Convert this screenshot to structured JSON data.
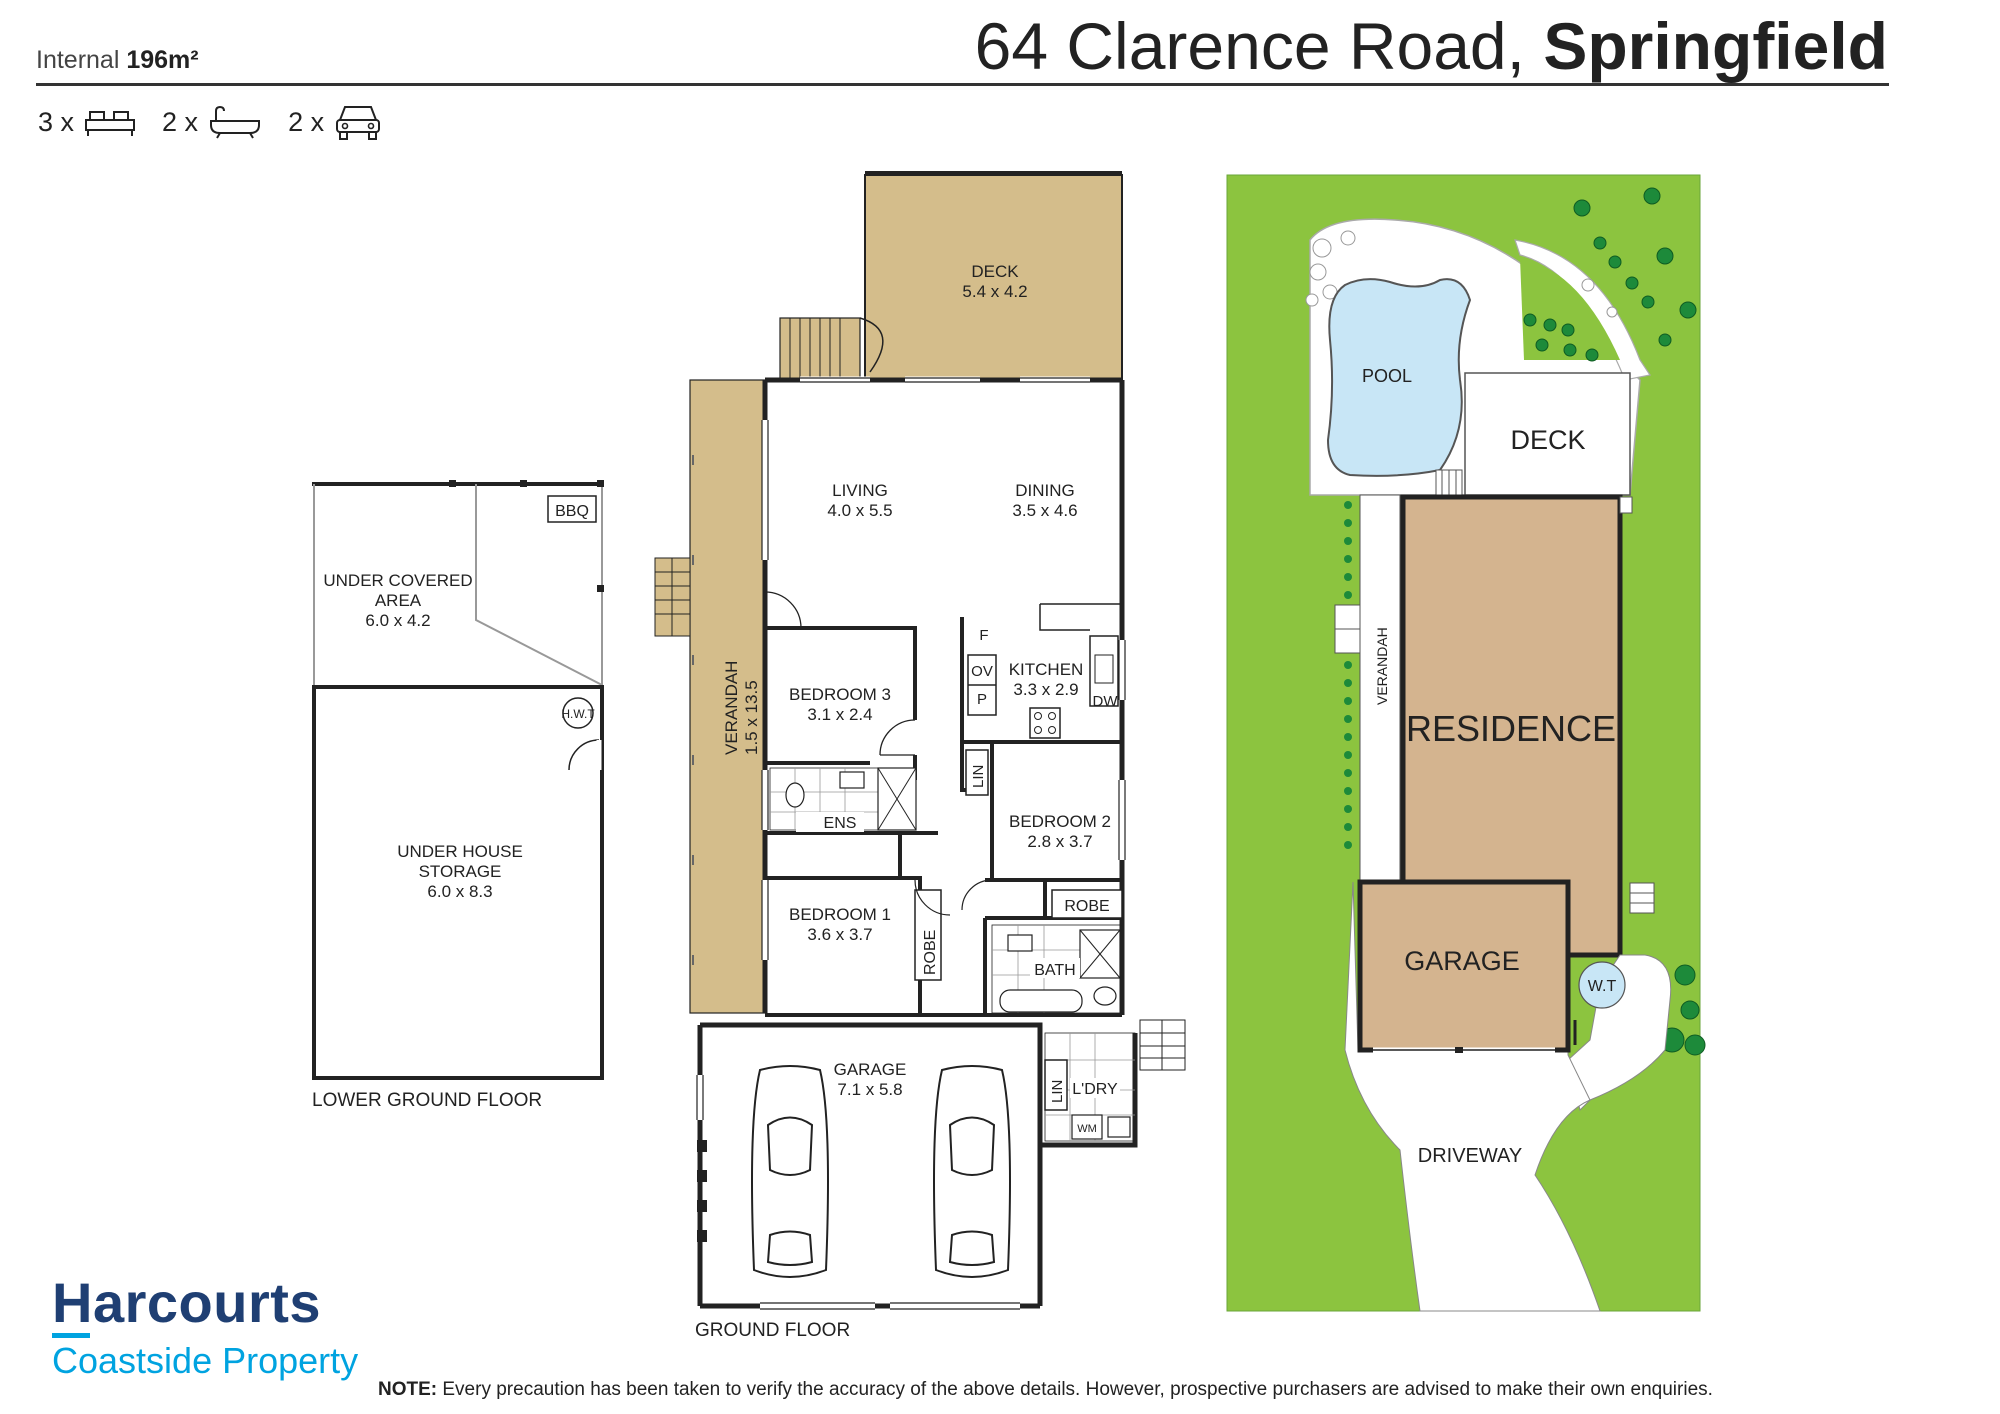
{
  "header": {
    "address": "64 Clarence Road,",
    "suburb": "Springfield",
    "internal_label": "Internal",
    "internal_value": "196m²",
    "beds": "3 x",
    "baths": "2 x",
    "cars": "2 x"
  },
  "lower_floor": {
    "bbq": "BBQ",
    "covered_1": "UNDER COVERED",
    "covered_2": "AREA",
    "covered_dim": "6.0 x 4.2",
    "hwt": "H.W.T",
    "storage_1": "UNDER HOUSE",
    "storage_2": "STORAGE",
    "storage_dim": "6.0 x 8.3",
    "caption": "LOWER GROUND FLOOR"
  },
  "ground_floor": {
    "deck": "DECK",
    "deck_dim": "5.4 x 4.2",
    "living": "LIVING",
    "living_dim": "4.0 x 5.5",
    "dining": "DINING",
    "dining_dim": "3.5 x 4.6",
    "verandah": "VERANDAH",
    "verandah_dim": "1.5 x 13.5",
    "kitchen": "KITCHEN",
    "kitchen_dim": "3.3 x 2.9",
    "f": "F",
    "ov": "OV",
    "p": "P",
    "dw": "DW",
    "bed3": "BEDROOM 3",
    "bed3_dim": "3.1 x 2.4",
    "ens": "ENS",
    "lin": "LIN",
    "bed2": "BEDROOM 2",
    "bed2_dim": "2.8 x 3.7",
    "robe": "ROBE",
    "bed1": "BEDROOM 1",
    "bed1_dim": "3.6 x 3.7",
    "bath": "BATH",
    "garage": "GARAGE",
    "garage_dim": "7.1 x 5.8",
    "ldry": "L'DRY",
    "wm": "WM",
    "caption": "GROUND FLOOR"
  },
  "site": {
    "pool": "POOL",
    "deck": "DECK",
    "verandah": "VERANDAH",
    "residence": "RESIDENCE",
    "garage": "GARAGE",
    "wt": "W.T",
    "driveway": "DRIVEWAY"
  },
  "branding": {
    "name": "Harcourts",
    "office": "Coastside Property"
  },
  "note": {
    "label": "NOTE:",
    "text": " Every precaution has been taken to verify the accuracy of the above details. However, prospective purchasers are advised to make their own enquiries."
  },
  "colors": {
    "deck": "#d4bd8b",
    "residence": "#d4b48f",
    "grass": "#8cc43f",
    "pool": "#c8e6f6",
    "tree": "#1d8a3a"
  }
}
